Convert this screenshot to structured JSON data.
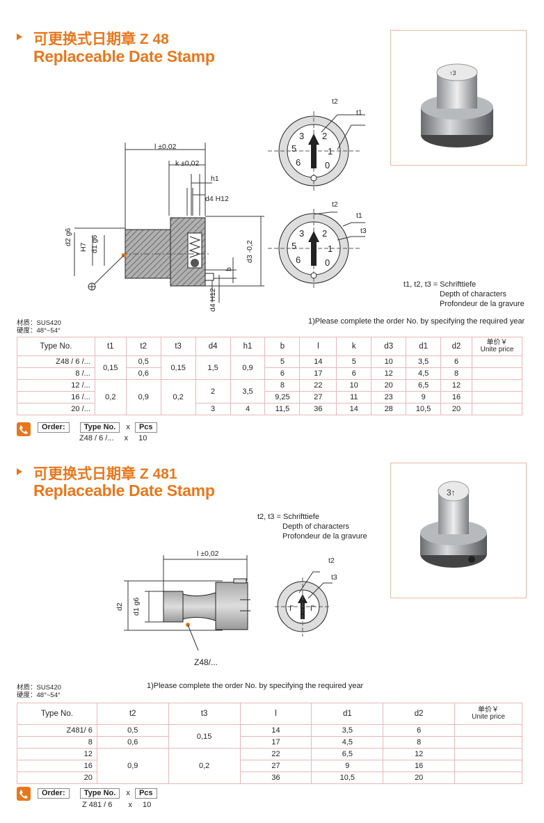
{
  "s1": {
    "title_cn": "可更换式日期章 Z 48",
    "title_en": "Replaceable Date Stamp",
    "dims": {
      "l": "l ±0,02",
      "k": "k ±0,02",
      "h1": "h1",
      "d4": "d4 H12",
      "d4v": "d4 H12",
      "d2": "d2 g6",
      "h7": "H7",
      "d1": "d1 g6",
      "d3": "d3 -0,2",
      "b": "b",
      "t1a": "t1",
      "t2a": "t2",
      "t1b": "t1",
      "t2b": "t2",
      "t3b": "t3"
    },
    "depth": [
      "t1, t2, t3 = Schrifttiefe",
      "Depth of characters",
      "Profondeur de la gravure"
    ],
    "material": "材质：SUS420",
    "hardness": "硬度：48°~54°",
    "order_note": "1)Please complete the order No. by specifying the required year",
    "headers": [
      "Type No.",
      "t1",
      "t2",
      "t3",
      "d4",
      "h1",
      "b",
      "l",
      "k",
      "d3",
      "d1",
      "d2"
    ],
    "price_cn": "单价￥",
    "price_en": "Unite price",
    "rows": [
      {
        "type": "Z48 / 6 /...",
        "b": "5",
        "l": "14",
        "k": "5",
        "d3": "10",
        "d1": "3,5",
        "d2": "6"
      },
      {
        "type": "8 /...",
        "b": "6",
        "l": "17",
        "k": "6",
        "d3": "12",
        "d1": "4,5",
        "d2": "8"
      },
      {
        "type": "12 /...",
        "b": "8",
        "l": "22",
        "k": "10",
        "d3": "20",
        "d1": "6,5",
        "d2": "12"
      },
      {
        "type": "16 /...",
        "b": "9,25",
        "l": "27",
        "k": "11",
        "d3": "23",
        "d1": "9",
        "d2": "16"
      },
      {
        "type": "20 /...",
        "b": "11,5",
        "l": "36",
        "k": "14",
        "d3": "28",
        "d1": "10,5",
        "d2": "20"
      }
    ],
    "merged": {
      "t1_a": "0,15",
      "t2_a": "0,5",
      "t2_b": "0,6",
      "t3_a": "0,15",
      "d4_a": "1,5",
      "h1_a": "0,9",
      "t1_b": "0,2",
      "t2_c": "0,9",
      "t3_b": "0,2",
      "d4_b": "2",
      "h1_b": "3,5",
      "d4_c": "3",
      "h1_c": "4"
    },
    "order": {
      "label": "Order:",
      "type_label": "Type No.",
      "x": "x",
      "pcs": "Pcs",
      "example_type": "Z48 / 6 /...",
      "example_x": "x",
      "example_qty": "10"
    }
  },
  "s2": {
    "title_cn": "可更换式日期章 Z 481",
    "title_en": "Replaceable Date Stamp",
    "depth": [
      "t2, t3 = Schrifttiefe",
      "Depth of characters",
      "Profondeur de la gravure"
    ],
    "dims": {
      "l": "l ±0,02",
      "d2": "d2",
      "d1": "d1 g6",
      "z48": "Z48/...",
      "t2": "t2",
      "t3": "t3"
    },
    "material": "材质：SUS420",
    "hardness": "硬度：48°~54°",
    "order_note": "1)Please complete the order No. by specifying the required year",
    "headers": [
      "Type No.",
      "t2",
      "t3",
      "l",
      "d1",
      "d2"
    ],
    "price_cn": "单价￥",
    "price_en": "Unite price",
    "rows": [
      {
        "type": "Z481/  6",
        "l": "14",
        "d1": "3,5",
        "d2": "6"
      },
      {
        "type": "8",
        "l": "17",
        "d1": "4,5",
        "d2": "8"
      },
      {
        "type": "12",
        "l": "22",
        "d1": "6,5",
        "d2": "12"
      },
      {
        "type": "16",
        "l": "27",
        "d1": "9",
        "d2": "16"
      },
      {
        "type": "20",
        "l": "36",
        "d1": "10,5",
        "d2": "20"
      }
    ],
    "merged": {
      "t2_a": "0,5",
      "t2_b": "0,6",
      "t2_c": "0,9",
      "t3_a": "0,15",
      "t3_b": "0,2"
    },
    "order": {
      "label": "Order:",
      "type_label": "Type No.",
      "x": "x",
      "pcs": "Pcs",
      "example_type": "Z 481 / 6",
      "example_x": "x",
      "example_qty": "10"
    }
  },
  "colors": {
    "accent": "#e8771c",
    "table_border": "#e6b8b8",
    "photo_border": "#e8b9a0"
  }
}
